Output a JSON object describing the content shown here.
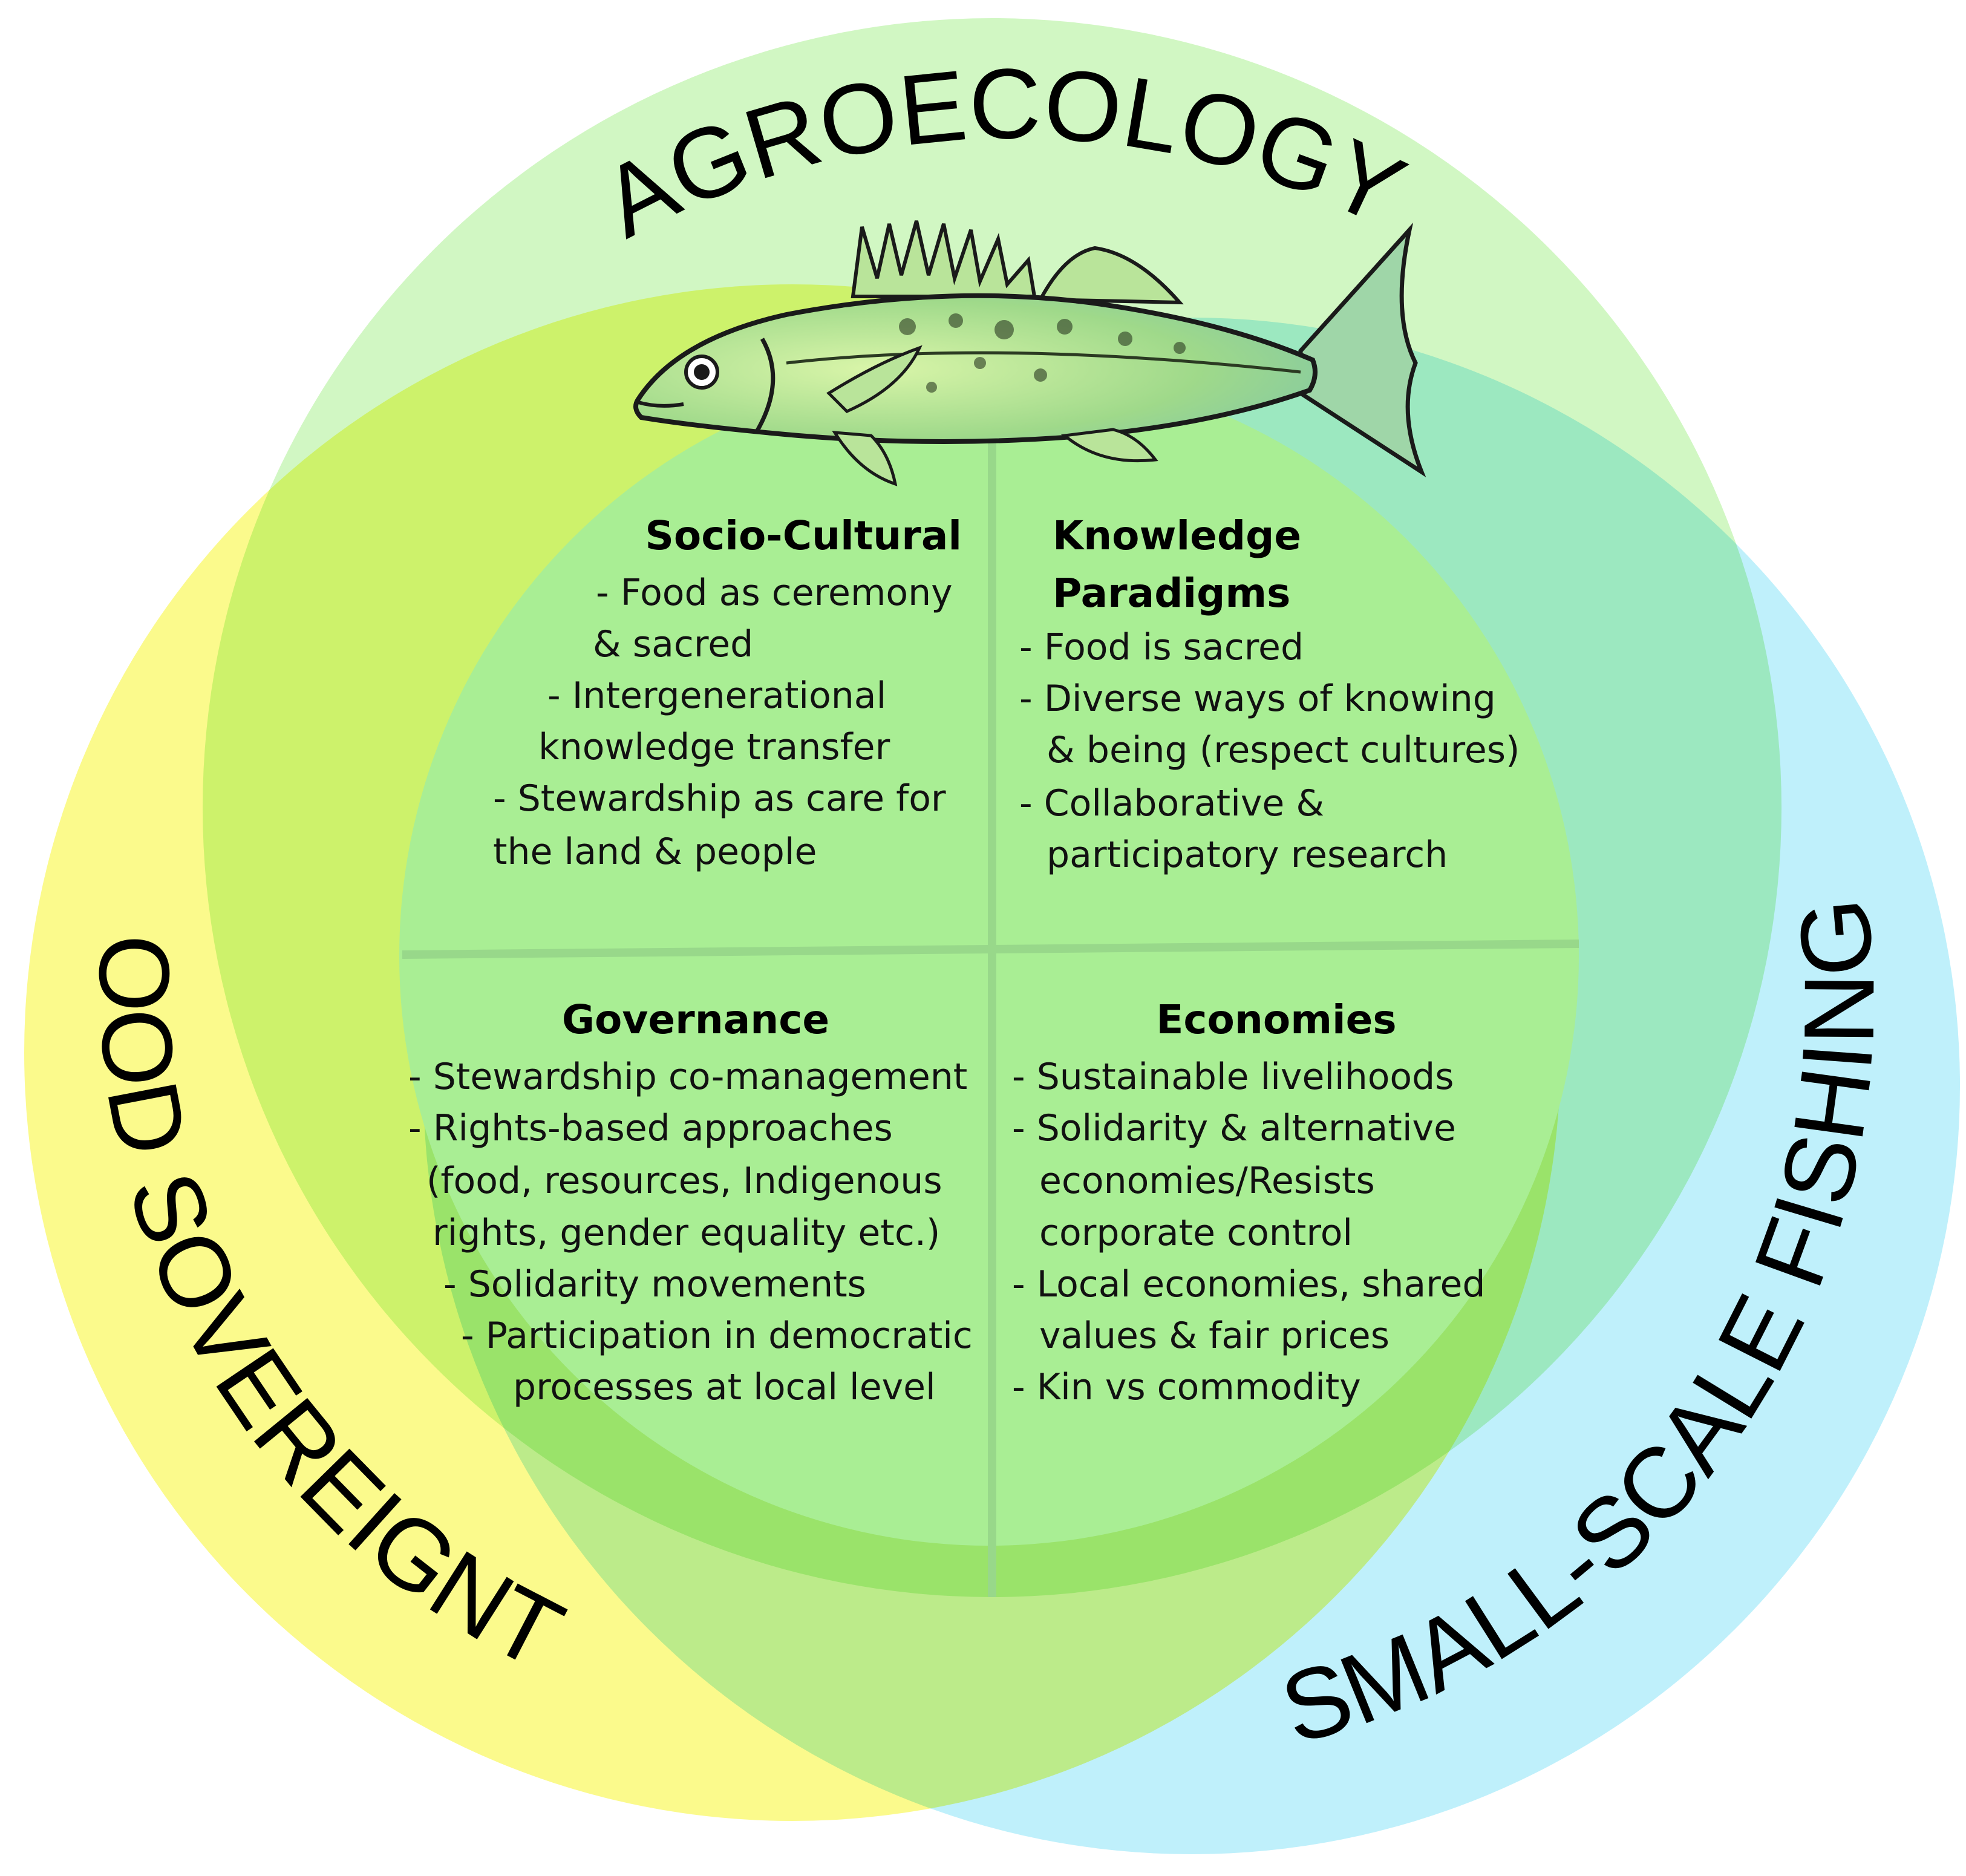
{
  "colors": {
    "food_sovereignty_circle": "#fbfa8c",
    "agroecology_circle": "#c9f6b8",
    "small_scale_fishing_circle": "#bff0fb",
    "core_circle": "#a9ee94",
    "divider": "#98d88a"
  },
  "circles": {
    "agroecology": "AGROECOLOGY",
    "food_sovereignty": "FOOD SOVEREIGNTY",
    "small_scale_fishing": "SMALL-SCALE FISHING"
  },
  "center_icon": "fish-illustration",
  "quadrants": {
    "socio_cultural": {
      "heading": "Socio-Cultural",
      "lines": [
        "- Food as ceremony",
        "& sacred",
        "- Intergenerational",
        "knowledge transfer",
        "- Stewardship as care for",
        "the land & people"
      ]
    },
    "knowledge_paradigms": {
      "heading_line1": "Knowledge",
      "heading_line2": "Paradigms",
      "lines": [
        "- Food is sacred",
        "- Diverse ways of knowing",
        "& being (respect cultures)",
        "- Collaborative &",
        "participatory research"
      ]
    },
    "governance": {
      "heading": "Governance",
      "lines": [
        "-  Stewardship co-management",
        "-  Rights-based approaches",
        "(food, resources, Indigenous",
        "rights, gender equality etc.)",
        "- Solidarity movements",
        "- Participation in democratic",
        "processes at local level"
      ]
    },
    "economies": {
      "heading": "Economies",
      "lines": [
        "- Sustainable livelihoods",
        "- Solidarity & alternative",
        "economies/Resists",
        "corporate control",
        "- Local economies, shared",
        "values & fair prices",
        "- Kin vs commodity"
      ]
    }
  }
}
